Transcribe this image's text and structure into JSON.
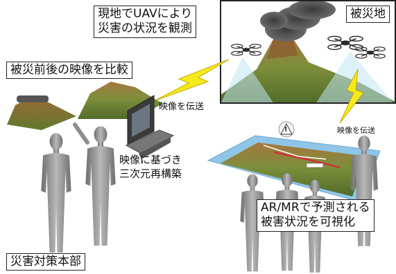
{
  "labels": {
    "uav_observe_line1": "現地でUAVにより",
    "uav_observe_line2": "災害の状況を観測",
    "disaster_site": "被災地",
    "compare": "被災前後の映像を比較",
    "video_transmit_top": "映像を伝送",
    "video_transmit_right": "映像を伝送",
    "reconstruct_line1": "映像に基づき",
    "reconstruct_line2": "三次元再構築",
    "ar_mr_line1": "AR/MRで予測される",
    "ar_mr_line2": "被害状況を可視化",
    "hq": "災害対策本部"
  },
  "icons": {
    "warning": "!",
    "drone": "drone-icon",
    "lightning": "lightning-bolt-icon",
    "monitor": "monitor-icon",
    "person": "person-figure-icon"
  },
  "colors": {
    "lightning": "#f5ea1a",
    "sky_beam": "#bfe6f2",
    "volcano_green": "#6f8a3a",
    "volcano_brown": "#8a5a2e",
    "figure_gray": "#8e8e8e",
    "table_blue": "#8fc6e8"
  }
}
